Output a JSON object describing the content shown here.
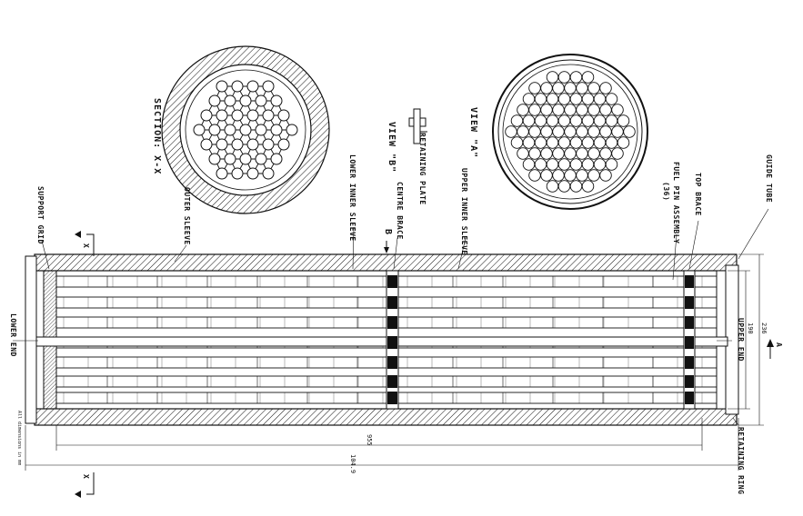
{
  "section_xx": {
    "title": "SECTION: X-X",
    "outer_sleeve": "OUTER SLEEVE",
    "support_grid": "SUPPORT GRID"
  },
  "view_b": {
    "title": "VIEW \"B\"",
    "retaining_plate": "RETAINING PLATE"
  },
  "view_a": {
    "title": "VIEW \"A\""
  },
  "labels": {
    "guide_tube": "GUIDE TUBE",
    "top_brace": "TOP BRACE",
    "fuel_pin_assembly": "FUEL PIN ASSEMBLY",
    "fuel_pin_count": "(36)",
    "upper_inner_sleeve": "UPPER INNER SLEEVE",
    "centre_brace": "CENTRE BRACE",
    "centre_brace_ref": "B",
    "lower_inner_sleeve": "LOWER INNER SLEEVE",
    "lower_end": "LOWER END",
    "upper_end": "UPPER END",
    "retaining_ring": "RETAINING RING",
    "section_marker": "X",
    "view_marker": "A",
    "units_note": "All dimensions in mm"
  },
  "dimensions": {
    "overall_width": "236",
    "inner_width": "190",
    "pin_length": "955",
    "overall_length": "104.9"
  }
}
